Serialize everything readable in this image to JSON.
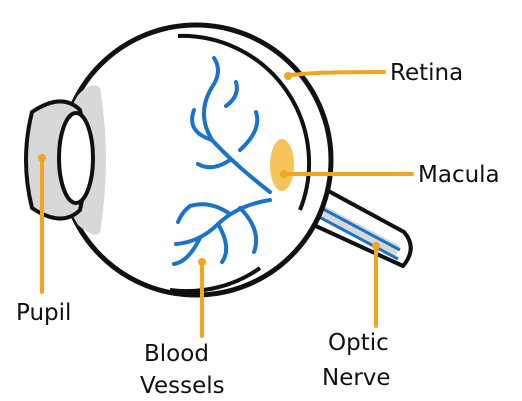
{
  "colors": {
    "outline": "#111111",
    "sclera_fill": "#ffffff",
    "iris_fill": "#d8d8d8",
    "vessels": "#1a73c9",
    "nerve_fill": "#d8d8d8",
    "macula": "#f5c45a",
    "leader": "#f2a521"
  },
  "labels": {
    "retina": "Retina",
    "macula": "Macula",
    "pupil": "Pupil",
    "blood_vessels_line1": "Blood",
    "blood_vessels_line2": "Vessels",
    "optic_nerve_line1": "Optic",
    "optic_nerve_line2": "Nerve"
  }
}
